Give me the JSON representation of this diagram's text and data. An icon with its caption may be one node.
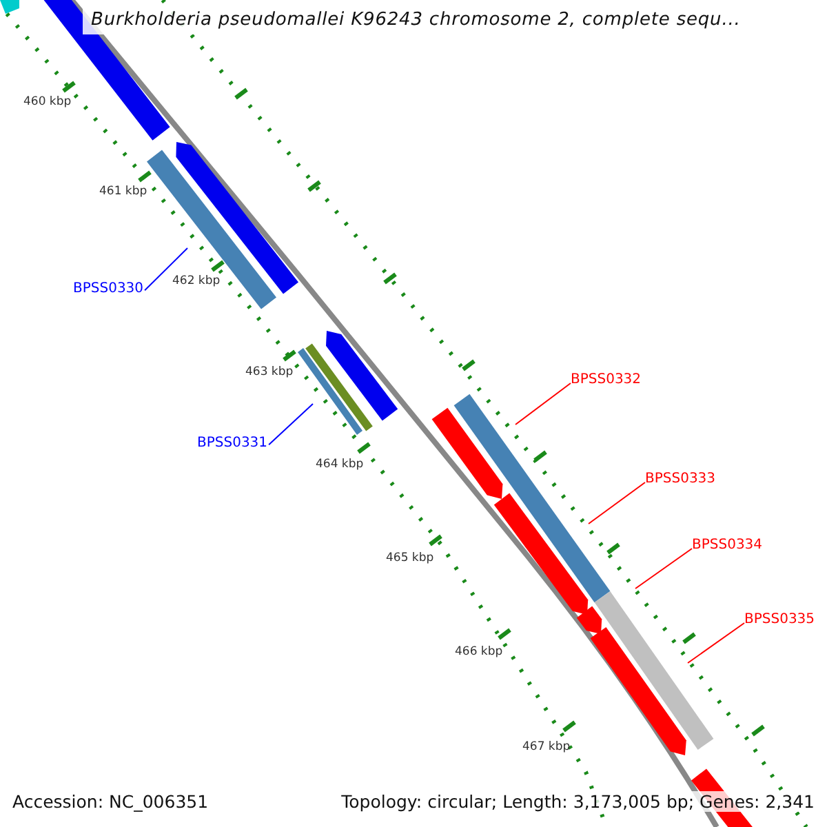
{
  "diagram": {
    "title": "Burkholderia pseudomallei K96243 chromosome 2, complete sequ...",
    "nodes": [
      {
        "text": [
          "BPSS0330"
        ]
      },
      {
        "text": [
          "BPSS0331"
        ]
      },
      {
        "text": [
          "BPSS0332"
        ]
      },
      {
        "text": [
          "BPSS0333"
        ]
      },
      {
        "text": [
          "BPSS0334"
        ]
      },
      {
        "text": [
          "BPSS0335"
        ]
      }
    ],
    "edges": [
      {
        "from": 0,
        "to": null,
        "arrow": "none",
        "color": "#0000ff"
      },
      {
        "from": 1,
        "to": null,
        "arrow": "none",
        "color": "#0000ff"
      },
      {
        "from": 2,
        "to": null,
        "arrow": "none"
      },
      {
        "from": 3,
        "to": null,
        "arrow": "none"
      },
      {
        "from": 4,
        "to": null,
        "arrow": "none"
      },
      {
        "from": 5,
        "to": null,
        "arrow": "none"
      }
    ],
    "labels": [
      "460 kbp",
      "461 kbp",
      "462 kbp",
      "463 kbp",
      "464 kbp",
      "465 kbp",
      "466 kbp",
      "467 kbp",
      "Accession: NC_006351",
      "Topology: circular; Length: 3,173,005 bp; Genes: 2,341"
    ]
  }
}
